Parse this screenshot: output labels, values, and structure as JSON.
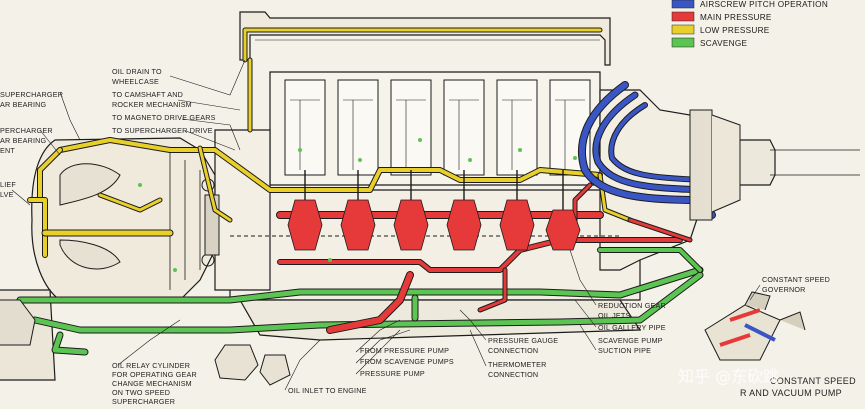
{
  "colors": {
    "airscrew_pitch": "#3a55c4",
    "main_pressure": "#e63a3a",
    "low_pressure": "#e8cf2a",
    "scavenge": "#5cc452",
    "paper": "#f4f1e8",
    "ink": "#1c1c1c"
  },
  "legend": [
    {
      "label": "AIRSCREW PITCH OPERATION",
      "color": "#3a55c4"
    },
    {
      "label": "MAIN PRESSURE",
      "color": "#e63a3a"
    },
    {
      "label": "LOW PRESSURE",
      "color": "#e8cf2a"
    },
    {
      "label": "SCAVENGE",
      "color": "#5cc452"
    }
  ],
  "labels": {
    "supercharger_bearing_1": [
      "SUPERCHARGER",
      "AR BEARING"
    ],
    "supercharger_bearing_2": [
      "PERCHARGER",
      "AR BEARING",
      "ENT"
    ],
    "relief_valve": [
      "LIEF",
      "LVE"
    ],
    "oil_drain": [
      "OIL DRAIN TO",
      "WHEELCASE"
    ],
    "to_camshaft": [
      "TO CAMSHAFT AND",
      "ROCKER MECHANISM"
    ],
    "to_magneto": "TO MAGNETO DRIVE GEARS",
    "to_supercharger_drive": "TO SUPERCHARGER DRIVE",
    "oil_relay": [
      "OIL RELAY CYLINDER",
      "FOR OPERATING GEAR",
      "CHANGE MECHANISM",
      "ON TWO SPEED",
      "SUPERCHARGER"
    ],
    "oil_inlet": "OIL INLET TO ENGINE",
    "from_pressure_pump": "FROM PRESSURE PUMP",
    "from_scavenge_pumps": "FROM SCAVENGE PUMPS",
    "pressure_pump": "PRESSURE PUMP",
    "pressure_gauge": [
      "PRESSURE GAUGE",
      "CONNECTION"
    ],
    "thermometer": [
      "THERMOMETER",
      "CONNECTION"
    ],
    "reduction_gear": [
      "REDUCTION GEAR",
      "OIL JETS"
    ],
    "oil_gallery": "OIL GALLERY PIPE",
    "scavenge_pump_suction": [
      "SCAVENGE PUMP",
      "SUCTION PIPE"
    ],
    "constant_speed_governor": [
      "CONSTANT SPEED",
      "GOVERNOR"
    ],
    "constant_speed_pump": [
      "CONSTANT SPEED",
      "R AND VACUUM PUMP"
    ]
  },
  "watermark": "知乎 @东砍跳"
}
